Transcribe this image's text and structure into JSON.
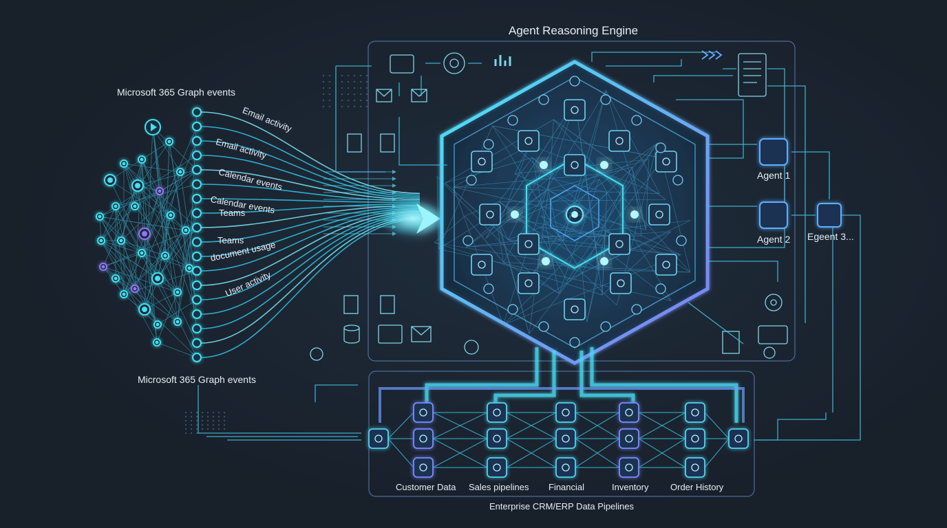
{
  "engine_title": "Agent Reasoning Engine",
  "graph_events_top": "Microsoft 365 Graph events",
  "graph_events_bottom": "Microsoft 365 Graph events",
  "streams": [
    "Email activity",
    "Email activity",
    "Calendar events",
    "Calendar events",
    "Teams",
    "Teams",
    "document usage",
    "User activity"
  ],
  "agents": [
    "Agent 1",
    "Agent 2",
    "Egeent 3..."
  ],
  "pipelines": [
    "Customer Data",
    "Sales pipelines",
    "Financial",
    "Inventory",
    "Order History"
  ],
  "pipelines_title": "Enterprise CRM/ERP Data Pipelines",
  "colors": {
    "cyan": "#3fe3f2",
    "blue": "#4f8dff",
    "violet": "#8c79f0",
    "bg": "#1b232e"
  }
}
